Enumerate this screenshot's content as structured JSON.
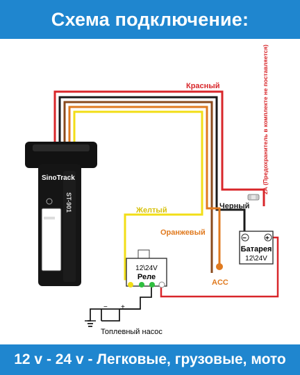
{
  "header": {
    "title": "Схема подключение:"
  },
  "footer": {
    "text": "12 v - 24 v - Легковые, грузовые, мото"
  },
  "device": {
    "brand": "SinoTrack",
    "model": "ST-901"
  },
  "wires": {
    "red": "Красный",
    "black": "Черный",
    "yellow": "Желтый",
    "orange": "Оранжевый"
  },
  "fuse": {
    "label": "2А (Предохранитель в комплекте не поставляется)"
  },
  "battery": {
    "title": "Батарея",
    "voltage": "12\\24V",
    "minus": "−",
    "plus": "+"
  },
  "relay": {
    "voltage": "12\\24V",
    "title": "Реле"
  },
  "acc": {
    "label": "ACC"
  },
  "pump": {
    "label": "Топлевный насос",
    "minus": "−",
    "plus": "+"
  },
  "colors": {
    "accent": "#1f86cf",
    "red_wire": "#d8262a",
    "black_wire": "#1a1a1a",
    "yellow_wire": "#f2de16",
    "orange_wire": "#e07a1f",
    "brown_wire": "#8a4a1c",
    "red_text": "#d8262a",
    "yellow_text": "#d7c10c",
    "orange_text": "#e07a1f"
  }
}
